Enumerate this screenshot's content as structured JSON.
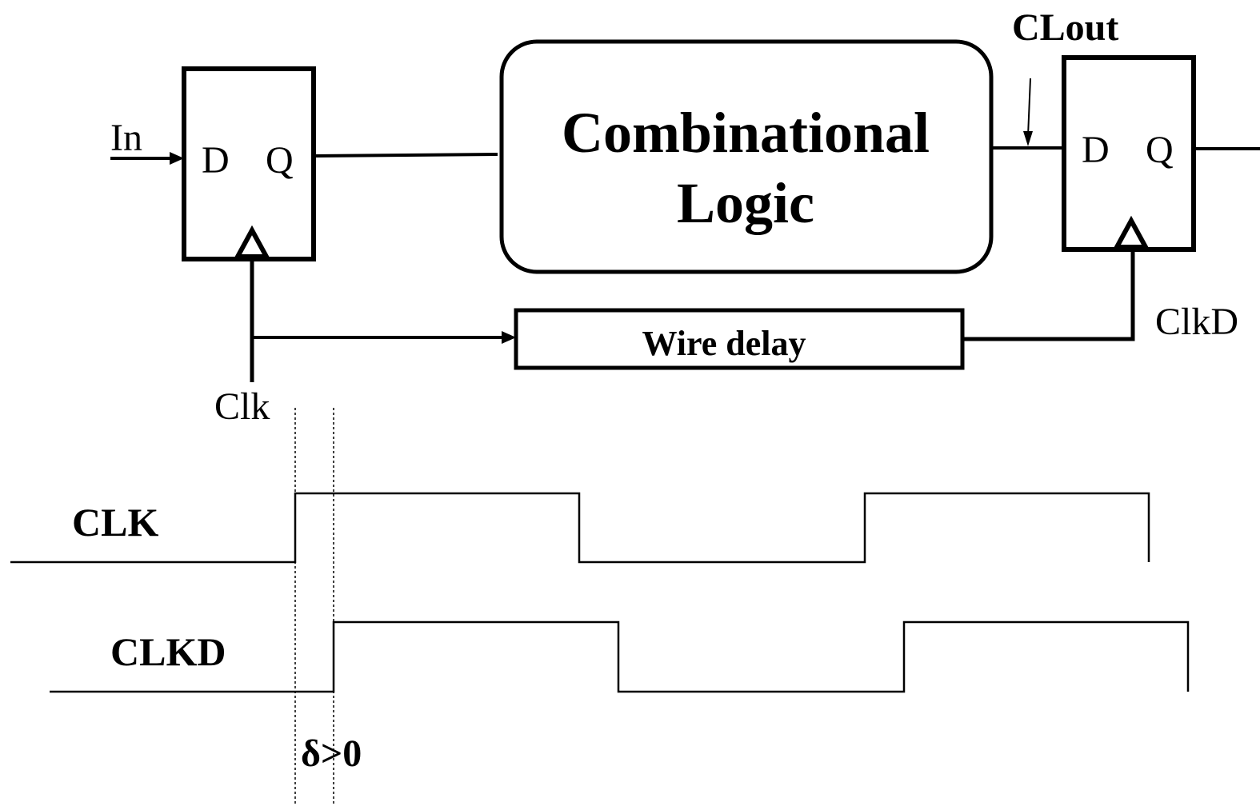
{
  "labels": {
    "input": "In",
    "ff1_d": "D",
    "ff1_q": "Q",
    "ff2_d": "D",
    "ff2_q": "Q",
    "comb_line1": "Combinational",
    "comb_line2": "Logic",
    "clout": "CLout",
    "wire_delay": "Wire delay",
    "clkd_wire": "ClkD",
    "clk_wire": "Clk"
  },
  "timing": {
    "clk_label": "CLK",
    "clkd_label": "CLKD",
    "skew_label": "δ>0"
  },
  "colors": {
    "stroke": "#000000",
    "background": "#ffffff"
  }
}
